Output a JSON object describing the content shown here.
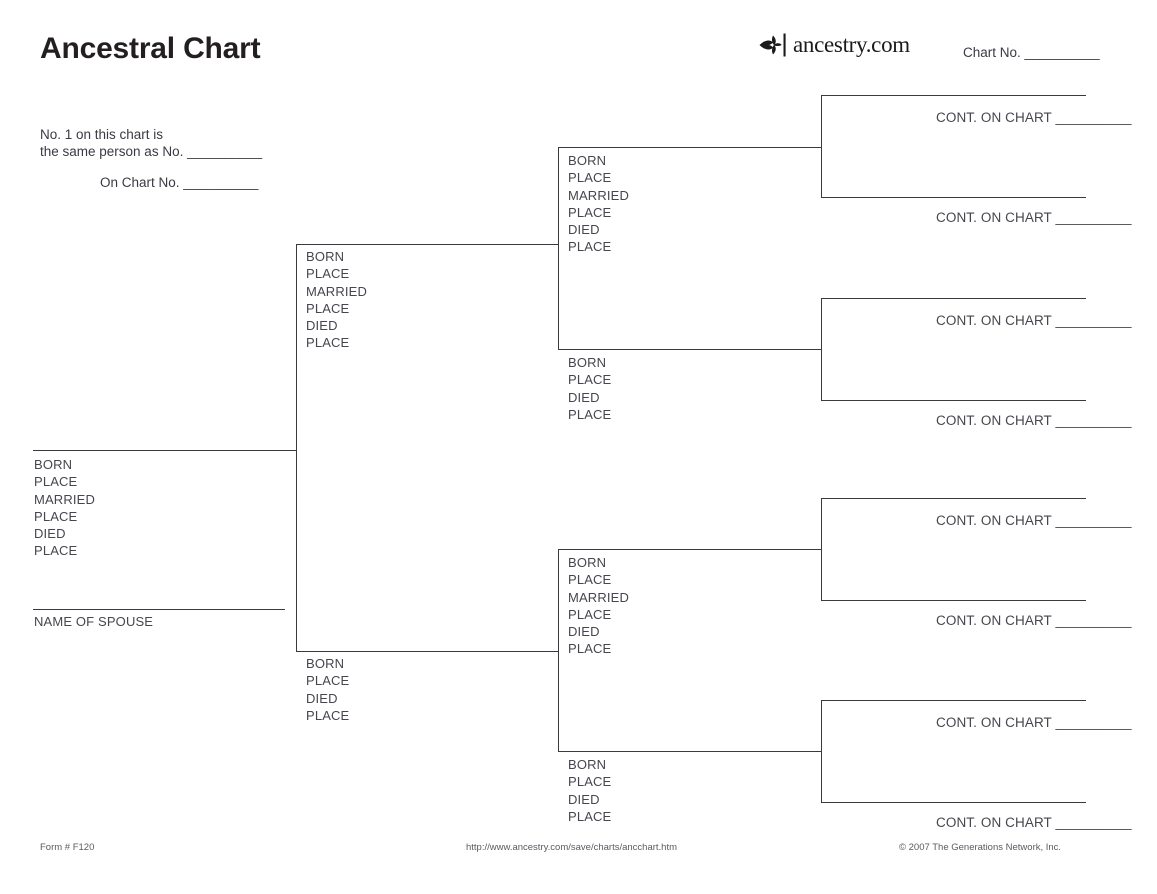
{
  "header": {
    "title": "Ancestral Chart",
    "logo_text": "ancestry.com",
    "logo_icon": "ancestry-leaf-icon",
    "chart_no_label": "Chart No. __________"
  },
  "note": {
    "line1": "No. 1 on this chart is",
    "line2": "the same person as No. __________",
    "line3": "On Chart No. __________"
  },
  "labels": {
    "born": "BORN",
    "place": "PLACE",
    "married": "MARRIED",
    "died": "DIED",
    "name_of_spouse": "NAME OF SPOUSE",
    "cont_on_chart": "CONT. ON CHART __________"
  },
  "chart_data": {
    "type": "diagram",
    "title": "Ancestral Chart",
    "generations": 4,
    "persons": [
      {
        "id": 1,
        "generation": 1,
        "name_line": true,
        "fields": [
          "BORN",
          "PLACE",
          "MARRIED",
          "PLACE",
          "DIED",
          "PLACE"
        ],
        "spouse_line": true,
        "spouse_label": "NAME OF SPOUSE"
      },
      {
        "id": 2,
        "generation": 2,
        "role": "father",
        "name_line": true,
        "fields": [
          "BORN",
          "PLACE",
          "MARRIED",
          "PLACE",
          "DIED",
          "PLACE"
        ]
      },
      {
        "id": 3,
        "generation": 2,
        "role": "mother",
        "name_line": true,
        "fields": [
          "BORN",
          "PLACE",
          "DIED",
          "PLACE"
        ]
      },
      {
        "id": 4,
        "generation": 3,
        "role": "father",
        "name_line": true,
        "fields": [
          "BORN",
          "PLACE",
          "MARRIED",
          "PLACE",
          "DIED",
          "PLACE"
        ]
      },
      {
        "id": 5,
        "generation": 3,
        "role": "mother",
        "name_line": true,
        "fields": [
          "BORN",
          "PLACE",
          "DIED",
          "PLACE"
        ]
      },
      {
        "id": 6,
        "generation": 3,
        "role": "father",
        "name_line": true,
        "fields": [
          "BORN",
          "PLACE",
          "MARRIED",
          "PLACE",
          "DIED",
          "PLACE"
        ]
      },
      {
        "id": 7,
        "generation": 3,
        "role": "mother",
        "name_line": true,
        "fields": [
          "BORN",
          "PLACE",
          "DIED",
          "PLACE"
        ]
      },
      {
        "id": 8,
        "generation": 4,
        "name_line": true,
        "continuation": "CONT. ON CHART __________"
      },
      {
        "id": 9,
        "generation": 4,
        "name_line": true,
        "continuation": "CONT. ON CHART __________"
      },
      {
        "id": 10,
        "generation": 4,
        "name_line": true,
        "continuation": "CONT. ON CHART __________"
      },
      {
        "id": 11,
        "generation": 4,
        "name_line": true,
        "continuation": "CONT. ON CHART __________"
      },
      {
        "id": 12,
        "generation": 4,
        "name_line": true,
        "continuation": "CONT. ON CHART __________"
      },
      {
        "id": 13,
        "generation": 4,
        "name_line": true,
        "continuation": "CONT. ON CHART __________"
      },
      {
        "id": 14,
        "generation": 4,
        "name_line": true,
        "continuation": "CONT. ON CHART __________"
      },
      {
        "id": 15,
        "generation": 4,
        "name_line": true,
        "continuation": "CONT. ON CHART __________"
      }
    ]
  },
  "footer": {
    "form_number": "Form # F120",
    "url": "http://www.ancestry.com/save/charts/ancchart.htm",
    "copyright": "© 2007 The Generations Network, Inc."
  },
  "colors": {
    "ink": "#39393f",
    "text": "#46464e",
    "title": "#231f20",
    "page": "#ffffff"
  }
}
